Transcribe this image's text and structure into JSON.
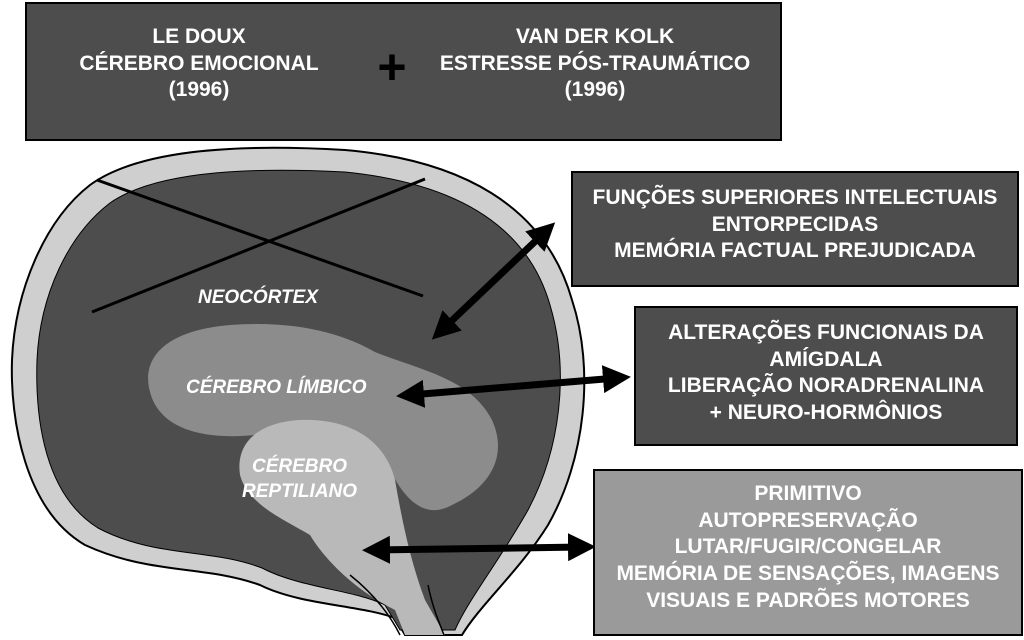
{
  "header": {
    "left": {
      "author": "LE DOUX",
      "title": "CÉREBRO EMOCIONAL",
      "year": "(1996)"
    },
    "plus": "+",
    "right": {
      "author": "VAN DER KOLK",
      "title": "ESTRESSE PÓS-TRAUMÁTICO",
      "year": "(1996)"
    }
  },
  "regions": {
    "neocortex": "NEOCÓRTEX",
    "limbic": "CÉREBRO LÍMBICO",
    "reptilian": [
      "CÉREBRO",
      "REPTILIANO"
    ]
  },
  "boxes": {
    "functions": [
      "FUNÇÕES SUPERIORES INTELECTUAIS",
      "ENTORPECIDAS",
      "MEMÓRIA FACTUAL PREJUDICADA"
    ],
    "amygdala": [
      "ALTERAÇÕES FUNCIONAIS DA",
      "AMÍGDALA",
      "LIBERAÇÃO NORADRENALINA",
      "+ NEURO-HORMÔNIOS"
    ],
    "primitive": [
      "PRIMITIVO",
      "AUTOPRESERVAÇÃO",
      "LUTAR/FUGIR/CONGELAR",
      "MEMÓRIA DE SENSAÇÕES, IMAGENS",
      "VISUAIS E PADRÕES MOTORES"
    ]
  },
  "colors": {
    "dark_box": "#4d4d4d",
    "light_box": "#9a9a9a",
    "outer_brain": "#cfcfcf",
    "neocortex": "#4d4d4d",
    "limbic": "#8c8c8c",
    "reptilian": "#b9b9b9"
  }
}
